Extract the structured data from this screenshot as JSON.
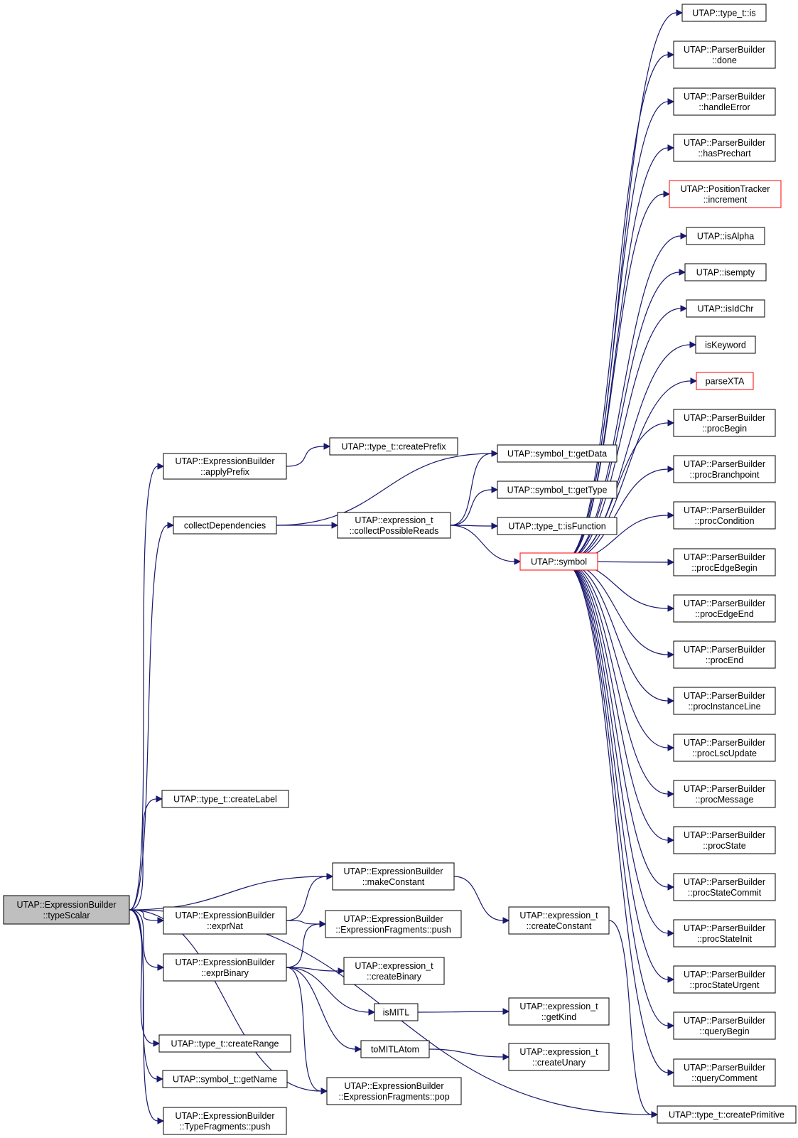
{
  "colors": {
    "edge": "#191970",
    "node_border": "#000000",
    "highlight_border": "#ff0000",
    "root_fill": "#bfbfbf"
  },
  "nodes": [
    {
      "id": "typeScalar",
      "lines": [
        "UTAP::ExpressionBuilder",
        "::typeScalar"
      ],
      "style": "root"
    },
    {
      "id": "applyPrefix",
      "lines": [
        "UTAP::ExpressionBuilder",
        "::applyPrefix"
      ]
    },
    {
      "id": "createPrefix",
      "lines": [
        "UTAP::type_t::createPrefix"
      ]
    },
    {
      "id": "collectDependencies",
      "lines": [
        "collectDependencies"
      ]
    },
    {
      "id": "collectPossibleReads",
      "lines": [
        "UTAP::expression_t",
        "::collectPossibleReads"
      ]
    },
    {
      "id": "getData",
      "lines": [
        "UTAP::symbol_t::getData"
      ]
    },
    {
      "id": "getType",
      "lines": [
        "UTAP::symbol_t::getType"
      ]
    },
    {
      "id": "isFunction",
      "lines": [
        "UTAP::type_t::isFunction"
      ]
    },
    {
      "id": "symbol",
      "lines": [
        "UTAP::symbol"
      ],
      "style": "red"
    },
    {
      "id": "type_is",
      "lines": [
        "UTAP::type_t::is"
      ]
    },
    {
      "id": "done",
      "lines": [
        "UTAP::ParserBuilder",
        "::done"
      ]
    },
    {
      "id": "handleError",
      "lines": [
        "UTAP::ParserBuilder",
        "::handleError"
      ]
    },
    {
      "id": "hasPrechart",
      "lines": [
        "UTAP::ParserBuilder",
        "::hasPrechart"
      ]
    },
    {
      "id": "increment",
      "lines": [
        "UTAP::PositionTracker",
        "::increment"
      ],
      "style": "red"
    },
    {
      "id": "isAlpha",
      "lines": [
        "UTAP::isAlpha"
      ]
    },
    {
      "id": "isempty",
      "lines": [
        "UTAP::isempty"
      ]
    },
    {
      "id": "isIdChr",
      "lines": [
        "UTAP::isIdChr"
      ]
    },
    {
      "id": "isKeyword",
      "lines": [
        "isKeyword"
      ]
    },
    {
      "id": "parseXTA",
      "lines": [
        "parseXTA"
      ],
      "style": "red"
    },
    {
      "id": "procBegin",
      "lines": [
        "UTAP::ParserBuilder",
        "::procBegin"
      ]
    },
    {
      "id": "procBranchpoint",
      "lines": [
        "UTAP::ParserBuilder",
        "::procBranchpoint"
      ]
    },
    {
      "id": "procCondition",
      "lines": [
        "UTAP::ParserBuilder",
        "::procCondition"
      ]
    },
    {
      "id": "procEdgeBegin",
      "lines": [
        "UTAP::ParserBuilder",
        "::procEdgeBegin"
      ]
    },
    {
      "id": "procEdgeEnd",
      "lines": [
        "UTAP::ParserBuilder",
        "::procEdgeEnd"
      ]
    },
    {
      "id": "procEnd",
      "lines": [
        "UTAP::ParserBuilder",
        "::procEnd"
      ]
    },
    {
      "id": "procInstanceLine",
      "lines": [
        "UTAP::ParserBuilder",
        "::procInstanceLine"
      ]
    },
    {
      "id": "procLscUpdate",
      "lines": [
        "UTAP::ParserBuilder",
        "::procLscUpdate"
      ]
    },
    {
      "id": "procMessage",
      "lines": [
        "UTAP::ParserBuilder",
        "::procMessage"
      ]
    },
    {
      "id": "procState",
      "lines": [
        "UTAP::ParserBuilder",
        "::procState"
      ]
    },
    {
      "id": "procStateCommit",
      "lines": [
        "UTAP::ParserBuilder",
        "::procStateCommit"
      ]
    },
    {
      "id": "procStateInit",
      "lines": [
        "UTAP::ParserBuilder",
        "::procStateInit"
      ]
    },
    {
      "id": "procStateUrgent",
      "lines": [
        "UTAP::ParserBuilder",
        "::procStateUrgent"
      ]
    },
    {
      "id": "queryBegin",
      "lines": [
        "UTAP::ParserBuilder",
        "::queryBegin"
      ]
    },
    {
      "id": "queryComment",
      "lines": [
        "UTAP::ParserBuilder",
        "::queryComment"
      ]
    },
    {
      "id": "createPrimitive",
      "lines": [
        "UTAP::type_t::createPrimitive"
      ]
    },
    {
      "id": "createLabel",
      "lines": [
        "UTAP::type_t::createLabel"
      ]
    },
    {
      "id": "makeConstant",
      "lines": [
        "UTAP::ExpressionBuilder",
        "::makeConstant"
      ]
    },
    {
      "id": "exprNat",
      "lines": [
        "UTAP::ExpressionBuilder",
        "::exprNat"
      ]
    },
    {
      "id": "efPush",
      "lines": [
        "UTAP::ExpressionBuilder",
        "::ExpressionFragments::push"
      ]
    },
    {
      "id": "createConstant",
      "lines": [
        "UTAP::expression_t",
        "::createConstant"
      ]
    },
    {
      "id": "exprBinary",
      "lines": [
        "UTAP::ExpressionBuilder",
        "::exprBinary"
      ]
    },
    {
      "id": "createBinary",
      "lines": [
        "UTAP::expression_t",
        "::createBinary"
      ]
    },
    {
      "id": "isMITL",
      "lines": [
        "isMITL"
      ]
    },
    {
      "id": "getKind",
      "lines": [
        "UTAP::expression_t",
        "::getKind"
      ]
    },
    {
      "id": "toMITLAtom",
      "lines": [
        "toMITLAtom"
      ]
    },
    {
      "id": "createUnary",
      "lines": [
        "UTAP::expression_t",
        "::createUnary"
      ]
    },
    {
      "id": "createRange",
      "lines": [
        "UTAP::type_t::createRange"
      ]
    },
    {
      "id": "getName",
      "lines": [
        "UTAP::symbol_t::getName"
      ]
    },
    {
      "id": "efPop",
      "lines": [
        "UTAP::ExpressionBuilder",
        "::ExpressionFragments::pop"
      ]
    },
    {
      "id": "tfPush",
      "lines": [
        "UTAP::ExpressionBuilder",
        "::TypeFragments::push"
      ]
    }
  ],
  "edges": [
    [
      "typeScalar",
      "applyPrefix"
    ],
    [
      "typeScalar",
      "collectDependencies"
    ],
    [
      "typeScalar",
      "createLabel"
    ],
    [
      "typeScalar",
      "createPrimitive"
    ],
    [
      "typeScalar",
      "makeConstant"
    ],
    [
      "typeScalar",
      "exprNat"
    ],
    [
      "typeScalar",
      "exprBinary"
    ],
    [
      "typeScalar",
      "createRange"
    ],
    [
      "typeScalar",
      "getName"
    ],
    [
      "typeScalar",
      "efPop"
    ],
    [
      "typeScalar",
      "tfPush"
    ],
    [
      "applyPrefix",
      "createPrefix"
    ],
    [
      "collectDependencies",
      "getData"
    ],
    [
      "collectDependencies",
      "collectPossibleReads"
    ],
    [
      "collectPossibleReads",
      "getData"
    ],
    [
      "collectPossibleReads",
      "getType"
    ],
    [
      "collectPossibleReads",
      "isFunction"
    ],
    [
      "collectPossibleReads",
      "symbol"
    ],
    [
      "symbol",
      "type_is"
    ],
    [
      "symbol",
      "done"
    ],
    [
      "symbol",
      "handleError"
    ],
    [
      "symbol",
      "hasPrechart"
    ],
    [
      "symbol",
      "increment"
    ],
    [
      "symbol",
      "isAlpha"
    ],
    [
      "symbol",
      "isempty"
    ],
    [
      "symbol",
      "isIdChr"
    ],
    [
      "symbol",
      "isKeyword"
    ],
    [
      "symbol",
      "parseXTA"
    ],
    [
      "symbol",
      "procBegin"
    ],
    [
      "symbol",
      "procBranchpoint"
    ],
    [
      "symbol",
      "procCondition"
    ],
    [
      "symbol",
      "procEdgeBegin"
    ],
    [
      "symbol",
      "procEdgeEnd"
    ],
    [
      "symbol",
      "procEnd"
    ],
    [
      "symbol",
      "procInstanceLine"
    ],
    [
      "symbol",
      "procLscUpdate"
    ],
    [
      "symbol",
      "procMessage"
    ],
    [
      "symbol",
      "procState"
    ],
    [
      "symbol",
      "procStateCommit"
    ],
    [
      "symbol",
      "procStateInit"
    ],
    [
      "symbol",
      "procStateUrgent"
    ],
    [
      "symbol",
      "queryBegin"
    ],
    [
      "symbol",
      "queryComment"
    ],
    [
      "makeConstant",
      "createConstant"
    ],
    [
      "exprNat",
      "makeConstant"
    ],
    [
      "exprNat",
      "efPush"
    ],
    [
      "createConstant",
      "createPrimitive"
    ],
    [
      "exprBinary",
      "efPush"
    ],
    [
      "exprBinary",
      "createBinary"
    ],
    [
      "exprBinary",
      "isMITL"
    ],
    [
      "exprBinary",
      "toMITLAtom"
    ],
    [
      "exprBinary",
      "efPop"
    ],
    [
      "isMITL",
      "getKind"
    ],
    [
      "toMITLAtom",
      "createUnary"
    ]
  ]
}
